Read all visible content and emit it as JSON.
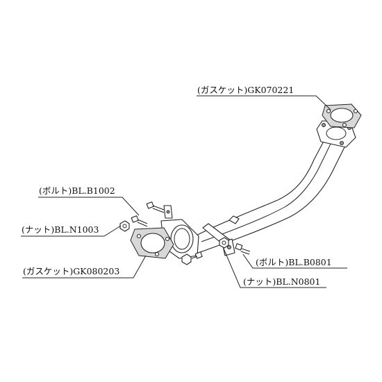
{
  "labels": {
    "gasket_top": "(ガスケット)GK070221",
    "bolt_left": "(ボルト)BL.B1002",
    "nut_left": "(ナット)BL.N1003",
    "gasket_left": "(ガスケット)GK080203",
    "bolt_right": "(ボルト)BL.B0801",
    "nut_right": "(ナット)BL.N0801"
  },
  "colors": {
    "line": "#222222",
    "gasket_fill": "#d8d8d8",
    "background": "#ffffff"
  }
}
